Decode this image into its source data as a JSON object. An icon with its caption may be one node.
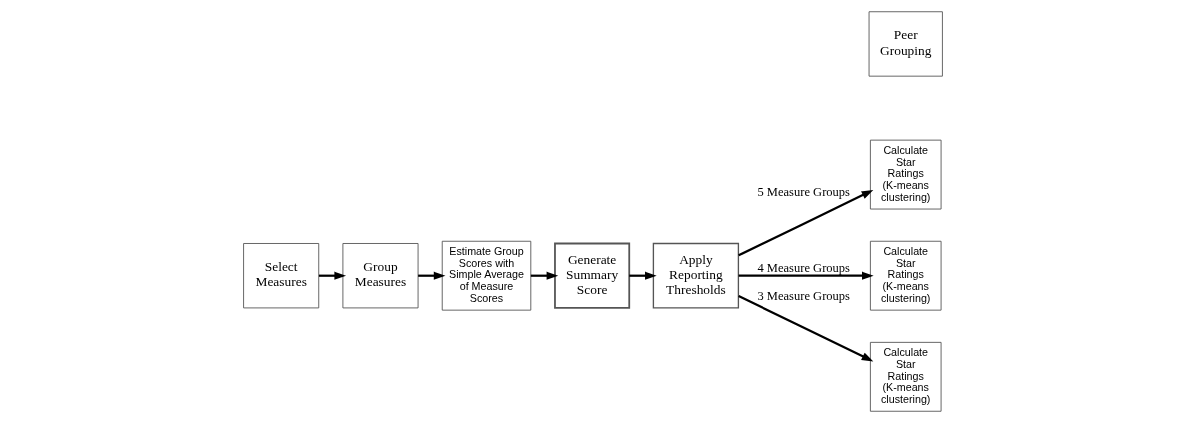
{
  "diagram": {
    "nodes": [
      {
        "text": [
          "Select Measures"
        ]
      },
      {
        "text": [
          "Group Measures"
        ]
      },
      {
        "text": [
          "Estimate Group Scores with Simple Average of Measure Scores"
        ]
      },
      {
        "text": [
          "Generate Summary Score"
        ]
      },
      {
        "text": [
          "Apply Reporting Thresholds"
        ]
      },
      {
        "text": [
          "Peer Grouping"
        ]
      },
      {
        "text": [
          "Calculate Star Ratings (K-means clustering)"
        ]
      },
      {
        "text": [
          "Calculate Star Ratings (K-means clustering)"
        ]
      },
      {
        "text": [
          "Calculate Star Ratings (K-means clustering)"
        ]
      }
    ],
    "edges": [
      {
        "from": 0,
        "to": 1,
        "arrow": "to"
      },
      {
        "from": 1,
        "to": 2,
        "arrow": "to"
      },
      {
        "from": 2,
        "to": 3,
        "arrow": "to"
      },
      {
        "from": 3,
        "to": 4,
        "arrow": "to"
      },
      {
        "from": 4,
        "to": 6,
        "arrow": "to",
        "label": "5 Measure Groups"
      },
      {
        "from": 4,
        "to": 7,
        "arrow": "to",
        "label": "4 Measure Groups"
      },
      {
        "from": 4,
        "to": 8,
        "arrow": "to",
        "label": "3 Measure Groups"
      }
    ]
  }
}
